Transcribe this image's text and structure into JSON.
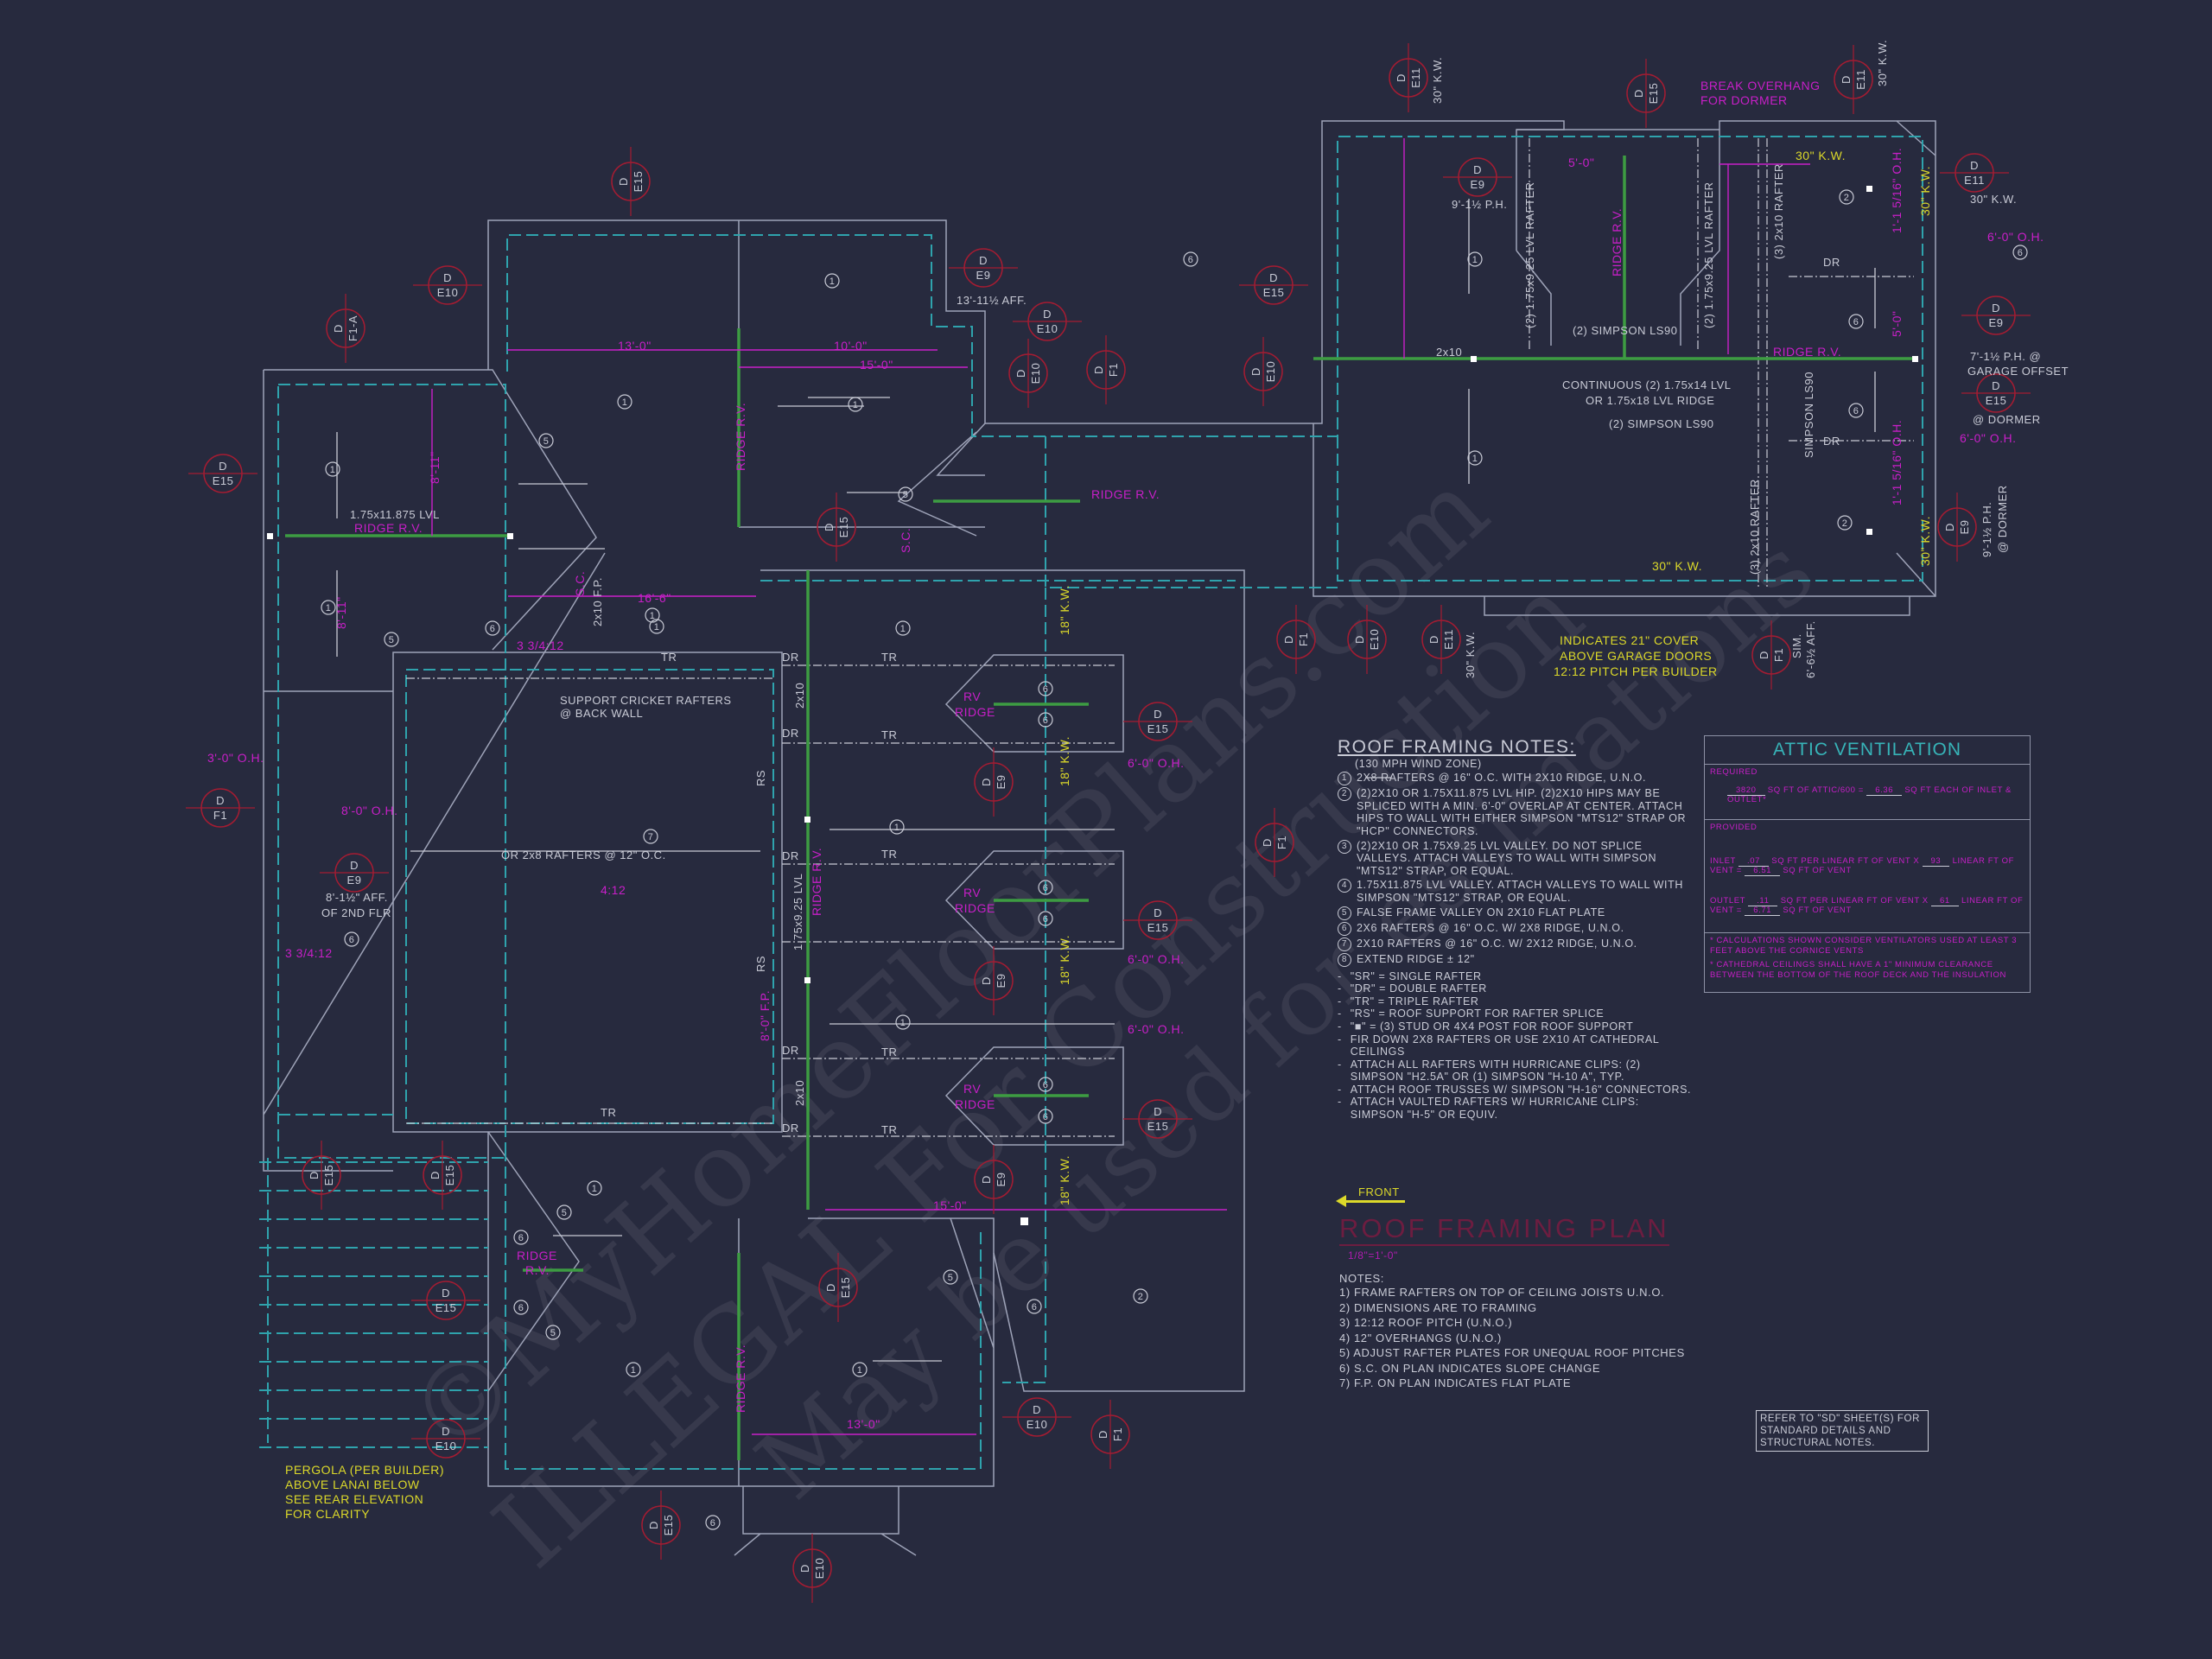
{
  "watermark": [
    "©MyHomeFloorPlans.com",
    "ILLEGAL For Construction",
    "May be used for estimations"
  ],
  "roof_framing_notes": {
    "title": "ROOF FRAMING NOTES:",
    "wind_zone": "(130 MPH WIND ZONE)",
    "items": [
      {
        "num": "1",
        "text": "2x8 RAFTERS @ 16\" O.C. WITH 2x10 RIDGE, U.N.O."
      },
      {
        "num": "2",
        "text": "(2)2x10 OR 1.75x11.875 LVL HIP. (2)2x10 HIPS MAY BE SPLICED WITH A MIN. 6'-0\" OVERLAP AT CENTER. ATTACH HIPS TO WALL WITH EITHER SIMPSON \"MTS12\" STRAP OR \"HCP\" CONNECTORS."
      },
      {
        "num": "3",
        "text": "(2)2x10 OR 1.75x9.25 LVL VALLEY. DO NOT SPLICE VALLEYS. ATTACH VALLEYS TO WALL WITH SIMPSON \"MTS12\" STRAP, OR EQUAL."
      },
      {
        "num": "4",
        "text": "1.75x11.875 LVL VALLEY. ATTACH VALLEYS TO WALL WITH SIMPSON \"MTS12\" STRAP, OR EQUAL."
      },
      {
        "num": "5",
        "text": "FALSE FRAME VALLEY ON 2x10 FLAT PLATE"
      },
      {
        "num": "6",
        "text": "2x6 RAFTERS @ 16\" O.C. W/ 2x8 RIDGE, U.N.O."
      },
      {
        "num": "7",
        "text": "2x10 RAFTERS @ 16\" O.C. W/ 2x12 RIDGE, U.N.O."
      },
      {
        "num": "8",
        "text": "EXTEND RIDGE ± 12\""
      }
    ],
    "legend": [
      "\"SR\" = SINGLE RAFTER",
      "\"DR\" = DOUBLE RAFTER",
      "\"TR\" = TRIPLE RAFTER",
      "\"RS\" = ROOF SUPPORT FOR RAFTER SPLICE",
      "\"■\" = (3) STUD OR 4x4 POST FOR ROOF SUPPORT",
      "FIR DOWN 2x8 RAFTERS OR USE 2x10 AT CATHEDRAL CEILINGS",
      "ATTACH ALL RAFTERS WITH HURRICANE CLIPS: (2) SIMPSON \"H2.5A\" OR (1) SIMPSON \"H-10 A\", TYP.",
      "ATTACH ROOF TRUSSES W/ SIMPSON \"H-16\" CONNECTORS.",
      "ATTACH VAULTED RAFTERS W/ HURRICANE CLIPS: SIMPSON \"H-5\" OR EQUIV."
    ]
  },
  "attic_ventilation": {
    "title": "ATTIC VENTILATION",
    "required_label": "REQUIRED",
    "required": {
      "attic_sqft": "3820",
      "text1": "SQ FT OF ATTIC/600 =",
      "per_vent": "6.36",
      "text2": "SQ FT EACH OF INLET & OUTLET*"
    },
    "provided_label": "PROVIDED",
    "inlet": {
      "label": "INLET",
      "rate": ".07",
      "text1": "SQ FT PER LINEAR FT OF VENT x",
      "linear_ft": "93",
      "text2": "LINEAR FT OF VENT =",
      "total": "6.51",
      "text3": "SQ FT OF VENT"
    },
    "outlet": {
      "label": "OUTLET",
      "rate": ".11",
      "text1": "SQ FT PER LINEAR FT OF VENT x",
      "linear_ft": "61",
      "text2": "LINEAR FT OF VENT =",
      "total": "6.71",
      "text3": "SQ FT OF VENT"
    },
    "footnotes": [
      "* CALCULATIONS SHOWN CONSIDER VENTILATORS USED AT LEAST 3 FEET ABOVE THE CORNICE VENTS",
      "* CATHEDRAL CEILINGS SHALL HAVE A 1\" MINIMUM CLEARANCE BETWEEN THE BOTTOM OF THE ROOF DECK AND THE INSULATION"
    ]
  },
  "plan_title": {
    "front": "FRONT",
    "title": "ROOF FRAMING PLAN",
    "scale": "1/8\"=1'-0\""
  },
  "notes": {
    "heading": "NOTES:",
    "items": [
      "1) FRAME RAFTERS ON TOP OF CEILING JOISTS U.N.O.",
      "2) DIMENSIONS ARE TO FRAMING",
      "3) 12:12 ROOF PITCH (U.N.O.)",
      "4) 12\" OVERHANGS (U.N.O.)",
      "5) ADJUST RAFTER PLATES FOR UNEQUAL ROOF PITCHES",
      "6) S.C. ON PLAN INDICATES SLOPE CHANGE",
      "7) F.P. ON PLAN INDICATES FLAT PLATE"
    ]
  },
  "refer_note": "REFER TO \"SD\" SHEET(S) FOR STANDARD DETAILS AND STRUCTURAL NOTES.",
  "detail_tags": [
    {
      "top": "D",
      "bottom": "E15"
    },
    {
      "top": "D",
      "bottom": "E10"
    },
    {
      "top": "D",
      "bottom": "F1-A"
    },
    {
      "top": "D",
      "bottom": "E15"
    },
    {
      "top": "D",
      "bottom": "E9"
    },
    {
      "top": "D",
      "bottom": "E10"
    },
    {
      "top": "D",
      "bottom": "E10"
    },
    {
      "top": "D",
      "bottom": "F1"
    },
    {
      "top": "D",
      "bottom": "E10"
    },
    {
      "top": "D",
      "bottom": "E15"
    },
    {
      "top": "D",
      "bottom": "E15"
    },
    {
      "top": "D",
      "bottom": "E11"
    },
    {
      "top": "D",
      "bottom": "E15"
    },
    {
      "top": "D",
      "bottom": "E11"
    },
    {
      "top": "D",
      "bottom": "E9"
    },
    {
      "top": "D",
      "bottom": "E11"
    },
    {
      "top": "D",
      "bottom": "E9"
    },
    {
      "top": "D",
      "bottom": "E15"
    },
    {
      "top": "D",
      "bottom": "E9"
    },
    {
      "top": "D",
      "bottom": "F1"
    },
    {
      "top": "D",
      "bottom": "E10"
    },
    {
      "top": "D",
      "bottom": "E11"
    },
    {
      "top": "D",
      "bottom": "F1"
    },
    {
      "top": "D",
      "bottom": "F1"
    },
    {
      "top": "D",
      "bottom": "E9"
    },
    {
      "top": "D",
      "bottom": "E15"
    },
    {
      "top": "D",
      "bottom": "E9"
    },
    {
      "top": "D",
      "bottom": "E15"
    },
    {
      "top": "D",
      "bottom": "E9"
    },
    {
      "top": "D",
      "bottom": "E15"
    },
    {
      "top": "D",
      "bottom": "E9"
    },
    {
      "top": "D",
      "bottom": "F1"
    },
    {
      "top": "D",
      "bottom": "E15"
    },
    {
      "top": "D",
      "bottom": "E15"
    },
    {
      "top": "D",
      "bottom": "E15"
    },
    {
      "top": "D",
      "bottom": "E10"
    },
    {
      "top": "D",
      "bottom": "E15"
    },
    {
      "top": "D",
      "bottom": "E10"
    },
    {
      "top": "D",
      "bottom": "F1"
    },
    {
      "top": "D",
      "bottom": "E15"
    },
    {
      "top": "D",
      "bottom": "E10"
    }
  ],
  "labels": [
    "13'-0\"",
    "10'-0\"",
    "15'-0\"",
    "RIDGE R.V.",
    "1.75x11.875 LVL",
    "RIDGE R.V.",
    "8'-11\"",
    "8'-11\"",
    "S.C.",
    "2x10 F.P.",
    "16'-6\"",
    "3 3/4:12",
    "SUPPORT CRICKET RAFTERS",
    "@ BACK WALL",
    "S.C.",
    "RIDGE R.V.",
    "18\" K.W.",
    "18\" K.W.",
    "18\" K.W.",
    "18\" K.W.",
    "RV",
    "RIDGE",
    "RV",
    "RIDGE",
    "RV",
    "RIDGE",
    "6'-0\" O.H.",
    "6'-0\" O.H.",
    "6'-0\" O.H.",
    "3'-0\" O.H.",
    "8'-0\" O.H.",
    "OR 2x8 RAFTERS @ 12\" O.C.",
    "4:12",
    "8'-1½\" AFF.",
    "OF 2ND FLR",
    "3 3/4:12",
    "1.75x9.25 LVL",
    "RIDGE R.V.",
    "RS",
    "RS",
    "8'-0\" F.P.",
    "2x10",
    "2x10",
    "15'-0\"",
    "RIDGE",
    "R.V.",
    "RIDGE R.V.",
    "13'-0\"",
    "PERGOLA (PER BUILDER)",
    "ABOVE LANAI BELOW",
    "SEE REAR ELEVATION",
    "FOR CLARITY",
    "BREAK OVERHANG",
    "FOR DORMER",
    "9'-1½ P.H.",
    "5'-0\"",
    "RIDGE R.V.",
    "(2) 1.75x9.25 LVL RAFTER",
    "(2) 1.75x9.25 LVL RAFTER",
    "(2) SIMPSON LS90",
    "2x10",
    "CONTINUOUS (2) 1.75x14 LVL",
    "OR 1.75x18 LVL RIDGE",
    "(2) SIMPSON LS90",
    "RIDGE R.V.",
    "SIMPSON LS90",
    "(3) 2x10 RAFTER",
    "(3) 2x10 RAFTER",
    "30\" K.W.",
    "30\" K.W.",
    "30\" K.W.",
    "30\" K.W.",
    "DR",
    "DR",
    "5'-0\"",
    "1'-1 5/16\" O.H.",
    "1'-1 5/16\" O.H.",
    "6'-0\" O.H.",
    "6'-0\" O.H.",
    "30\" K.W.",
    "30\" K.W.",
    "30\" K.W.",
    "30\" K.W.",
    "7'-1½ P.H. @",
    "GARAGE OFFSET",
    "@ DORMER",
    "9'-1½ P.H.",
    "@ DORMER",
    "INDICATES 21\" COVER",
    "ABOVE GARAGE DOORS",
    "12:12 PITCH PER BUILDER",
    "SIM.",
    "6'-6½ AFF.",
    "13'-11½ AFF.",
    "TR",
    "TR",
    "DR",
    "DR",
    "TR",
    "DR",
    "TR",
    "DR",
    "TR",
    "TR",
    "DR",
    "TR"
  ],
  "circle_numbers": [
    "1",
    "1",
    "1",
    "1",
    "5",
    "5",
    "1",
    "1",
    "6",
    "5",
    "1",
    "1",
    "7",
    "6",
    "1",
    "1",
    "6",
    "6",
    "6",
    "6",
    "6",
    "6",
    "1",
    "5",
    "6",
    "6",
    "5",
    "1",
    "1",
    "5",
    "6",
    "6",
    "2",
    "2",
    "1",
    "1",
    "6",
    "6",
    "6",
    "2",
    "6"
  ]
}
